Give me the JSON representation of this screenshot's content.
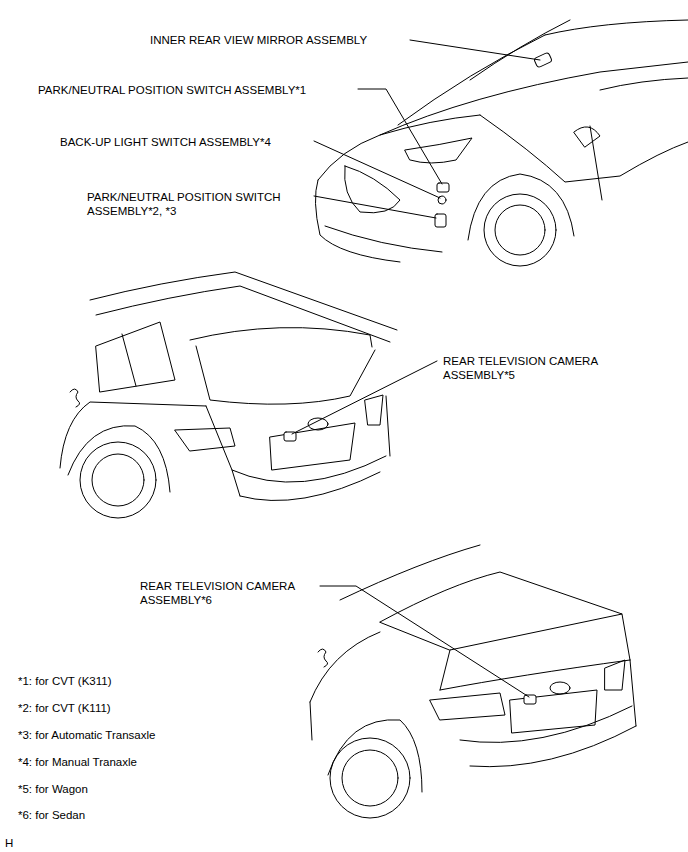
{
  "diagram": {
    "labels": [
      "INNER REAR VIEW MIRROR ASSEMBLY",
      "PARK/NEUTRAL POSITION SWITCH ASSEMBLY*1",
      "BACK-UP LIGHT SWITCH ASSEMBLY*4",
      "PARK/NEUTRAL POSITION SWITCH ASSEMBLY*2, *3",
      "REAR TELEVISION CAMERA ASSEMBLY*5",
      "REAR TELEVISION CAMERA ASSEMBLY*6",
      "*1: for CVT (K311)",
      "*2: for CVT (K111)",
      "*3: for Automatic Transaxle",
      "*4: for Manual Tranaxle",
      "*5: for Wagon",
      "*6: for Sedan",
      "H"
    ]
  }
}
